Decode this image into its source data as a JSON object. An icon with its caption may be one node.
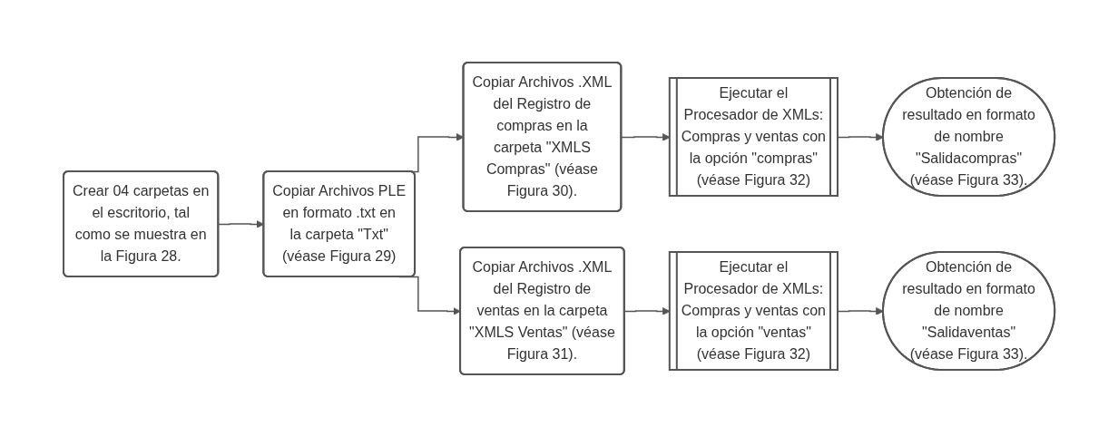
{
  "diagram": {
    "nodes": [
      {
        "text": [
          "Crear 04 carpetas en el escritorio, tal como se muestra en la Figura 28."
        ]
      },
      {
        "text": [
          "Copiar Archivos PLE en formato .txt en la carpeta \"Txt\" (véase Figura 29)"
        ]
      },
      {
        "text": [
          "Copiar Archivos .XML del Registro de compras en la carpeta \"XMLS Compras\" (véase Figura 30)."
        ]
      },
      {
        "text": [
          "Ejecutar el Procesador de XMLs: Compras y ventas con la opción \"compras\" (véase Figura 32)"
        ]
      },
      {
        "text": [
          "Obtención de resultado en formato de nombre \"Salidacompras\" (véase Figura 33)."
        ]
      },
      {
        "text": [
          "Copiar Archivos .XML del Registro de ventas en la carpeta \"XMLS Ventas\" (véase Figura 31)."
        ]
      },
      {
        "text": [
          "Ejecutar el Procesador de XMLs: Compras y ventas con la opción \"ventas\" (véase Figura 32)"
        ]
      },
      {
        "text": [
          "Obtención de resultado en formato de nombre \"Salidaventas\" (véase Figura 33)."
        ]
      }
    ],
    "edges": [
      {
        "from": 0,
        "to": 1,
        "arrow": "to"
      },
      {
        "from": 1,
        "to": 2,
        "arrow": "to"
      },
      {
        "from": 1,
        "to": 5,
        "arrow": "to"
      },
      {
        "from": 2,
        "to": 3,
        "arrow": "to"
      },
      {
        "from": 3,
        "to": 4,
        "arrow": "to"
      },
      {
        "from": 5,
        "to": 6,
        "arrow": "to"
      },
      {
        "from": 6,
        "to": 7,
        "arrow": "to"
      }
    ]
  }
}
